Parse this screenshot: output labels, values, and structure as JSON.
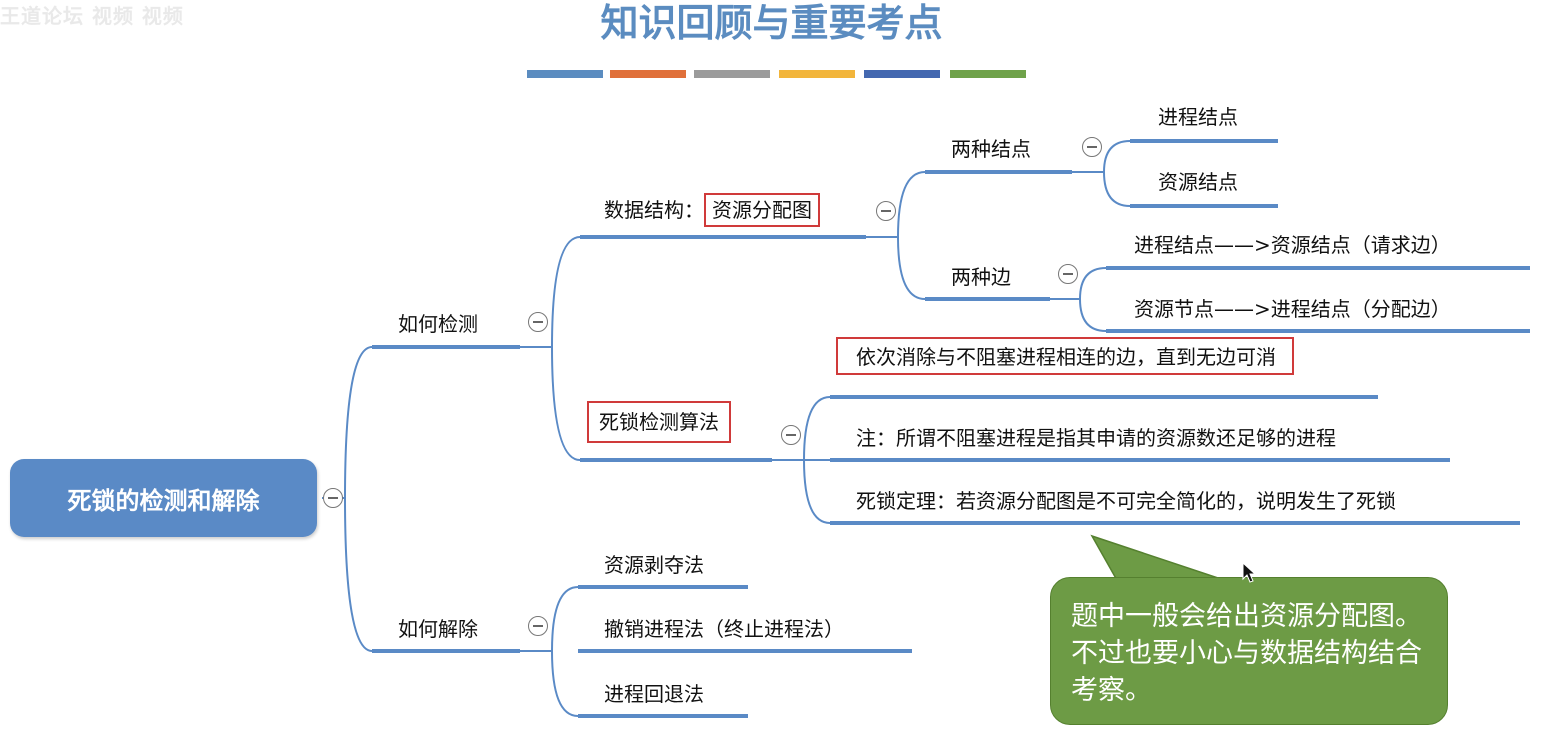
{
  "header": {
    "watermark": "王道论坛 视频 视频",
    "title": "知识回顾与重要考点",
    "bar_colors": [
      "#5b8cc0",
      "#e0703a",
      "#9b9b9b",
      "#f2b53b",
      "#4468b0",
      "#6fa24a"
    ]
  },
  "mindmap": {
    "root": "死锁的检测和解除",
    "detect": {
      "label": "如何检测",
      "data_structure": {
        "label": "数据结构：",
        "boxed": "资源分配图",
        "node_types": {
          "label": "两种结点",
          "items": [
            "进程结点",
            "资源结点"
          ]
        },
        "edge_types": {
          "label": "两种边",
          "items": [
            "进程结点——>资源结点（请求边）",
            "资源节点——>进程结点（分配边）"
          ]
        }
      },
      "algorithm": {
        "label": "死锁检测算法",
        "items": [
          "依次消除与不阻塞进程相连的边，直到无边可消",
          "注：所谓不阻塞进程是指其申请的资源数还足够的进程",
          "死锁定理：若资源分配图是不可完全简化的，说明发生了死锁"
        ]
      }
    },
    "resolve": {
      "label": "如何解除",
      "items": [
        "资源剥夺法",
        "撤销进程法（终止进程法）",
        "进程回退法"
      ]
    }
  },
  "callout": {
    "text": "题中一般会给出资源分配图。不过也要小心与数据结构结合考察。",
    "color": "#6d9b45"
  },
  "colors": {
    "line": "#5a8ac6",
    "root": "#5a8ac6",
    "highlight_border": "#d03a3a"
  }
}
